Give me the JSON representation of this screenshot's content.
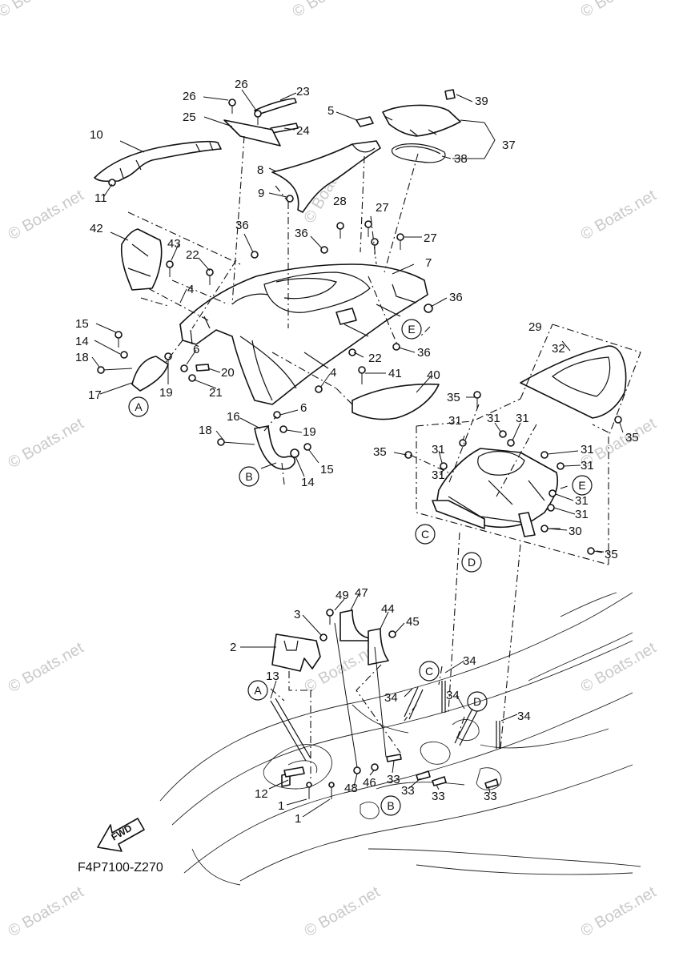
{
  "diagram": {
    "code": "F4P7100-Z270",
    "watermark": "© Boats.net",
    "fwd_label": "FWD",
    "labels": [
      "1",
      "1",
      "2",
      "3",
      "4",
      "4",
      "5",
      "6",
      "6",
      "7",
      "8",
      "9",
      "10",
      "11",
      "12",
      "13",
      "14",
      "14",
      "15",
      "15",
      "16",
      "17",
      "18",
      "18",
      "19",
      "19",
      "20",
      "21",
      "22",
      "22",
      "23",
      "24",
      "25",
      "26",
      "26",
      "27",
      "27",
      "28",
      "29",
      "30",
      "31",
      "31",
      "31",
      "31",
      "31",
      "31",
      "31",
      "31",
      "31",
      "32",
      "33",
      "33",
      "33",
      "33",
      "34",
      "34",
      "34",
      "34",
      "35",
      "35",
      "35",
      "35",
      "36",
      "36",
      "36",
      "37",
      "38",
      "39",
      "40",
      "41",
      "42",
      "43",
      "44",
      "45",
      "46",
      "47",
      "48",
      "49",
      "A",
      "A",
      "B",
      "B",
      "C",
      "C",
      "D",
      "D",
      "E",
      "E",
      "36"
    ]
  }
}
